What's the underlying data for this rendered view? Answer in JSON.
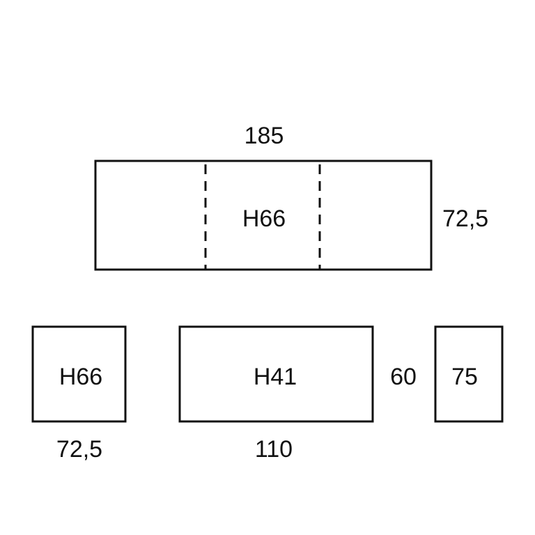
{
  "sofa": {
    "width_label": "185",
    "depth_label": "72,5",
    "height_label": "H66"
  },
  "armchair": {
    "height_label": "H66",
    "width_label": "72,5"
  },
  "coffee_table": {
    "height_label": "H41",
    "width_label": "110",
    "depth_label": "60"
  },
  "side_table": {
    "size_label": "75"
  },
  "colors": {
    "line": "#111111",
    "background": "#ffffff"
  }
}
